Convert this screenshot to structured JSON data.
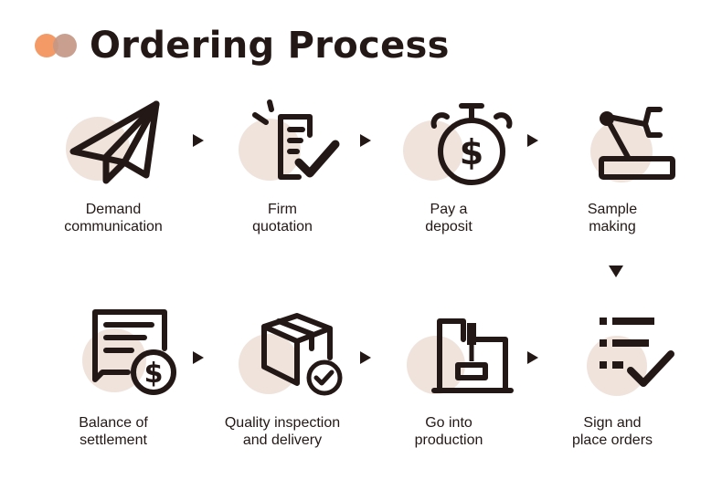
{
  "header": {
    "title": "Ordering Process"
  },
  "colors": {
    "accent_orange": "#f39a66",
    "accent_brown": "#c49886",
    "icon_bg": "#efe3dc",
    "ink": "#231815"
  },
  "steps": [
    {
      "icon": "paper-plane-icon",
      "line1": "Demand",
      "line2": "communication"
    },
    {
      "icon": "checked-document-icon",
      "line1": "Firm",
      "line2": "quotation"
    },
    {
      "icon": "dollar-stopwatch-icon",
      "line1": "Pay a",
      "line2": "deposit"
    },
    {
      "icon": "robotic-arm-icon",
      "line1": "Sample",
      "line2": "making"
    },
    {
      "icon": "invoice-dollar-icon",
      "line1": "Balance of",
      "line2": "settlement"
    },
    {
      "icon": "package-check-icon",
      "line1": "Quality inspection",
      "line2": "and delivery"
    },
    {
      "icon": "production-machine-icon",
      "line1": "Go into",
      "line2": "production"
    },
    {
      "icon": "checklist-icon",
      "line1": "Sign and",
      "line2": "place orders"
    }
  ]
}
